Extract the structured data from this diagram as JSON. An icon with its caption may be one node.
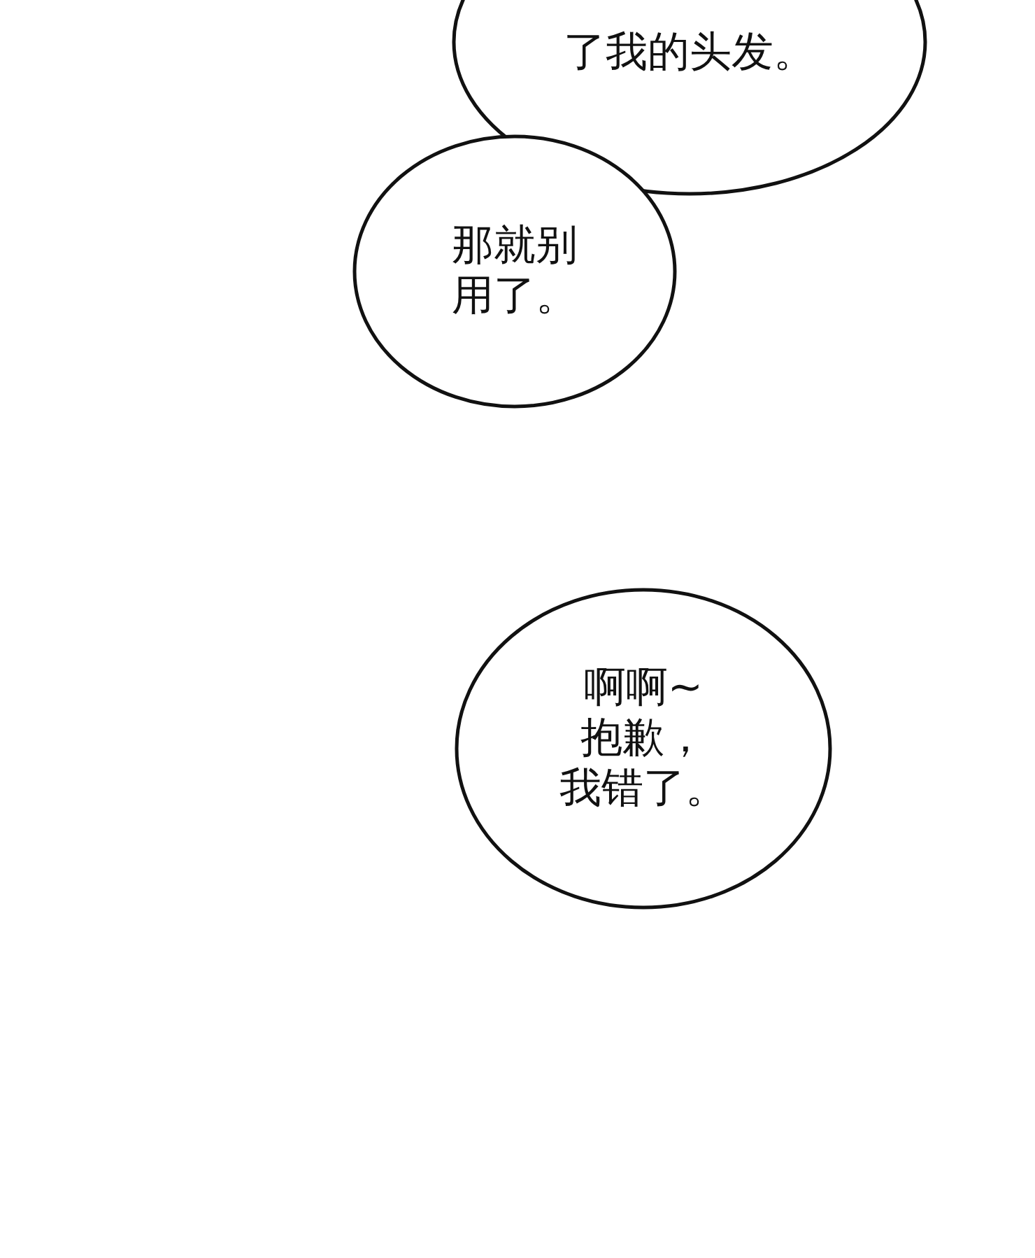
{
  "diagram": {
    "nodes": [
      {
        "text": [
          "了我的头发。"
        ]
      },
      {
        "text": [
          "那就别用了。"
        ]
      },
      {
        "text": [
          "啊啊~抱歉，我错了。"
        ]
      }
    ]
  }
}
